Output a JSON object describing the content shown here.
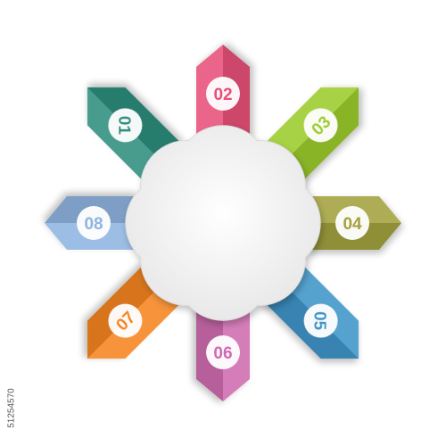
{
  "diagram": {
    "hub": {
      "fill": "#efefef",
      "edge": "#dcdcdc"
    },
    "arrows": [
      {
        "number": "02",
        "direction": "up",
        "color": "#e8507a"
      },
      {
        "number": "03",
        "direction": "up-right",
        "color": "#9ccc2a"
      },
      {
        "number": "04",
        "direction": "right",
        "color": "#a3a23e"
      },
      {
        "number": "05",
        "direction": "down-right",
        "color": "#3e95c9"
      },
      {
        "number": "06",
        "direction": "down",
        "color": "#cf6bb0"
      },
      {
        "number": "07",
        "direction": "down-left",
        "color": "#f5841f"
      },
      {
        "number": "08",
        "direction": "left",
        "color": "#8fb4e0"
      },
      {
        "number": "01",
        "direction": "up-left",
        "color": "#2e8e7d"
      }
    ]
  },
  "stock_id": "51254570"
}
